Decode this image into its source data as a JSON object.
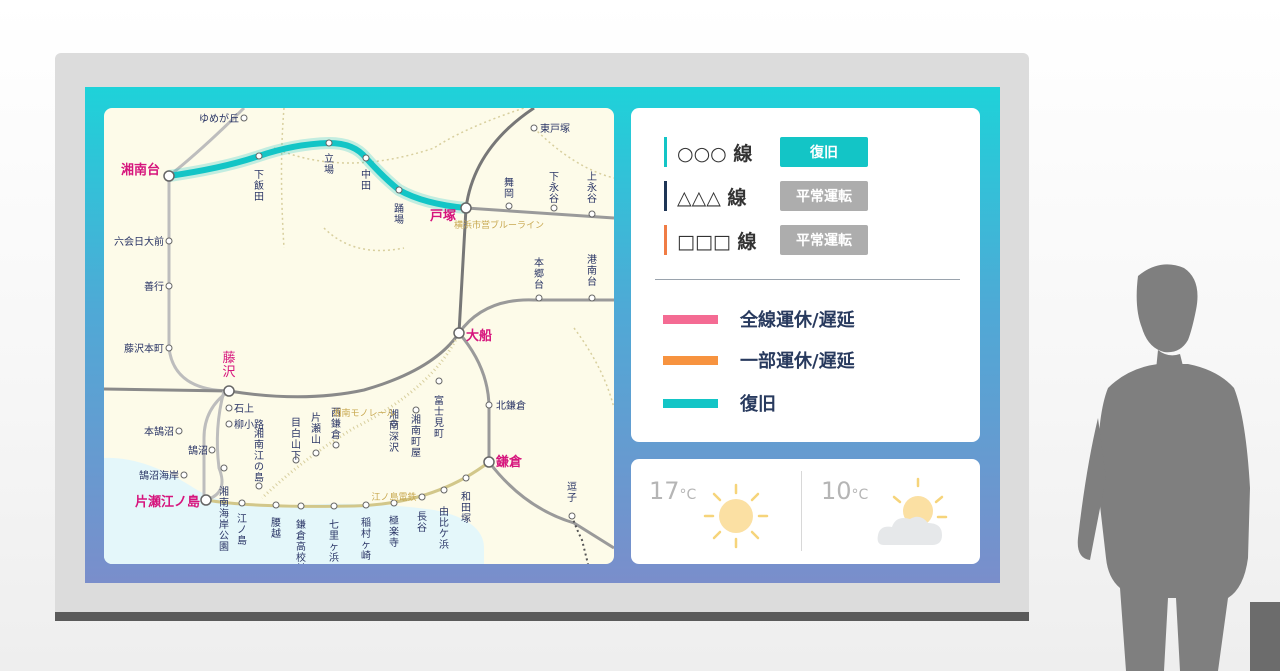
{
  "lines": [
    {
      "name": "○○○ 線",
      "status": "復旧",
      "bar_color": "#13c5c6",
      "badge_color": "#13c5c6"
    },
    {
      "name": "△△△ 線",
      "status": "平常運転",
      "bar_color": "#1e3556",
      "badge_color": "#adadad"
    },
    {
      "name": "□□□ 線",
      "status": "平常運転",
      "bar_color": "#f07c45",
      "badge_color": "#adadad"
    }
  ],
  "legend": [
    {
      "label": "全線運休/遅延",
      "color": "#f46b93"
    },
    {
      "label": "一部運休/遅延",
      "color": "#f7933f"
    },
    {
      "label": "復旧",
      "color": "#13c5c6"
    }
  ],
  "weather": [
    {
      "temp": "17",
      "unit": "°C",
      "icon": "sun-icon"
    },
    {
      "temp": "10",
      "unit": "°C",
      "icon": "sun-cloud-icon"
    }
  ],
  "map": {
    "stations_major": [
      "湘南台",
      "戸塚",
      "大船",
      "藤沢",
      "鎌倉",
      "片瀬江ノ島"
    ],
    "stations_vertical": [
      "下飯田",
      "立場",
      "中田",
      "踊場",
      "舞岡",
      "下永谷",
      "上永谷",
      "本郷台",
      "港南台",
      "富士見町",
      "湘南町屋",
      "湘南深沢",
      "西鎌倉",
      "片瀬山",
      "目白山下",
      "湘南江の島",
      "湘南海岸公園",
      "江ノ島",
      "腰越",
      "鎌倉高校前",
      "七里ヶ浜",
      "稲村ヶ崎",
      "極楽寺",
      "長谷",
      "由比ケ浜",
      "和田塚",
      "逗子"
    ],
    "stations_horizontal": [
      "ゆめが丘",
      "東戸塚",
      "六会日大前",
      "善行",
      "藤沢本町",
      "石上",
      "柳小路",
      "鵠沼",
      "本鵠沼",
      "鵠沼海岸",
      "北鎌倉"
    ],
    "line_labels": [
      "横浜市営ブルーライン",
      "湘南モノレール",
      "江ノ島電鉄"
    ]
  }
}
